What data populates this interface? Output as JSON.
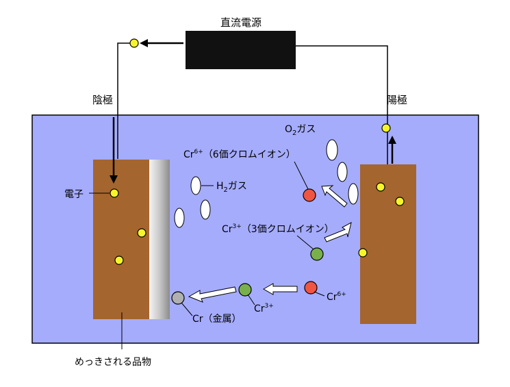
{
  "power_supply": {
    "label": "直流電源"
  },
  "electrodes": {
    "cathode": {
      "label": "陰極"
    },
    "anode": {
      "label": "陽極"
    }
  },
  "labels": {
    "electron": "電子",
    "o2_gas": {
      "main": "O",
      "sub": "2",
      "rest": "ガス"
    },
    "h2_gas": {
      "main": "H",
      "sub": "2",
      "rest": "ガス"
    },
    "cr6_top": {
      "main": "Cr",
      "sup": "6+",
      "rest": "（6価クロムイオン）"
    },
    "cr3_mid": {
      "main": "Cr",
      "sup": "3+",
      "rest": "（3価クロムイオン）"
    },
    "cr6_bottom": {
      "main": "Cr",
      "sup": "6+"
    },
    "cr3_bottom": {
      "main": "Cr",
      "sup": "3+"
    },
    "cr_metal": "Cr（金属）",
    "plated_item": "めっきされる品物"
  },
  "colors": {
    "bath": "#a5acfc",
    "electrode": "#a5652e",
    "power": "#111111",
    "electron": "#f5f52a",
    "cr6_ion": "#f05544",
    "cr3_ion": "#7ab04c",
    "cr_metal": "#b0b0b0",
    "gas_bubble": "#ffffff"
  }
}
